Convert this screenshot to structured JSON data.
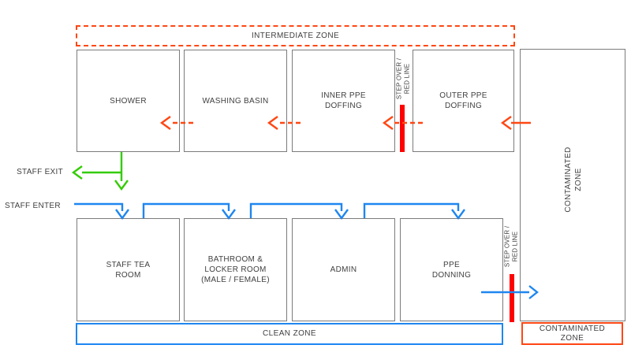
{
  "colors": {
    "orange": "#FF4713",
    "red": "#FF0000",
    "green": "#33CC00",
    "blue": "#1E86F0",
    "border_gray": "#7B7B7B",
    "text": "#404040"
  },
  "zones": {
    "intermediate": "INTERMEDIATE ZONE",
    "clean": "CLEAN ZONE",
    "contaminated_side": "CONTAMINATED\nZONE",
    "contaminated_bottom": "CONTAMINATED\nZONE"
  },
  "rooms": {
    "shower": "SHOWER",
    "washing_basin": "WASHING BASIN",
    "inner_ppe_doffing": "INNER PPE\nDOFFING",
    "outer_ppe_doffing": "OUTER PPE\nDOFFING",
    "staff_tea_room": "STAFF TEA\nROOM",
    "bathroom_locker": "BATHROOM &\nLOCKER ROOM\n(MALE / FEMALE)",
    "admin": "ADMIN",
    "ppe_donning": "PPE\nDONNING"
  },
  "labels": {
    "staff_exit": "STAFF EXIT",
    "staff_enter": "STAFF ENTER",
    "step_over_top": "STEP OVER /\nRED LINE",
    "step_over_bottom": "STEP OVER /\nRED LINE"
  },
  "flows": [
    {
      "name": "doffing-exit-flow",
      "color": "orange",
      "style": "dashed",
      "path": "contaminated zone → outer ppe doffing → inner ppe doffing → washing basin → shower",
      "direction": "left"
    },
    {
      "name": "staff-exit-flow",
      "color": "green",
      "path": "shower → staff exit",
      "direction": "down-left"
    },
    {
      "name": "staff-enter-flow",
      "color": "blue",
      "path": "staff enter → staff tea room → bathroom & locker room → admin → ppe donning → contaminated zone",
      "direction": "right"
    }
  ]
}
